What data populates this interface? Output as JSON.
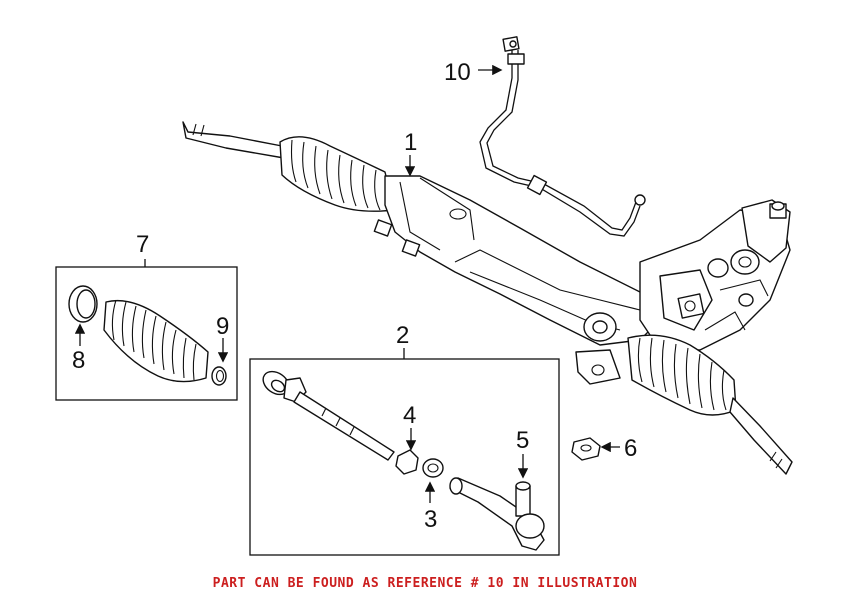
{
  "callouts": {
    "c1": "1",
    "c2": "2",
    "c3": "3",
    "c4": "4",
    "c5": "5",
    "c6": "6",
    "c7": "7",
    "c8": "8",
    "c9": "9",
    "c10": "10"
  },
  "footer_note": "PART CAN BE FOUND AS REFERENCE # 10 IN ILLUSTRATION",
  "colors": {
    "note": "#cc1f1f",
    "line": "#111111"
  }
}
